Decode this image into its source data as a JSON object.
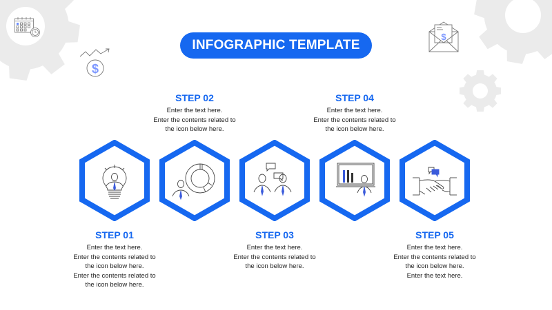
{
  "header": {
    "title": "INFOGRAPHIC TEMPLATE"
  },
  "colors": {
    "accent": "#1668f0",
    "icon_stroke": "#555555",
    "icon_accent": "#3b5bdb",
    "gear_fill": "#ebebeb",
    "text": "#222222",
    "background": "#ffffff"
  },
  "decorations": [
    {
      "name": "calendar-clock-icon"
    },
    {
      "name": "dollar-growth-icon"
    },
    {
      "name": "envelope-dollar-icon"
    },
    {
      "name": "gear-icon-large-left"
    },
    {
      "name": "gear-icon-large-right"
    },
    {
      "name": "gear-icon-small-right"
    }
  ],
  "steps": [
    {
      "title": "STEP 01",
      "icon": "lightbulb-person-icon",
      "lines": [
        "Enter the text here.",
        "Enter the contents related to",
        "the icon below here.",
        "Enter the contents related to",
        "the icon below here."
      ],
      "position": "below"
    },
    {
      "title": "STEP 02",
      "icon": "person-donut-chart-icon",
      "lines": [
        "Enter the text here.",
        "Enter the contents related to",
        "the icon below here."
      ],
      "position": "above"
    },
    {
      "title": "STEP 03",
      "icon": "two-people-chat-icon",
      "lines": [
        "Enter the text here.",
        "Enter the contents related to",
        "the icon below here."
      ],
      "position": "below"
    },
    {
      "title": "STEP 04",
      "icon": "presentation-bar-chart-icon",
      "lines": [
        "Enter the text here.",
        "Enter the contents related to",
        "the icon below here."
      ],
      "position": "above"
    },
    {
      "title": "STEP 05",
      "icon": "handshake-chat-icon",
      "lines": [
        "Enter the text here.",
        "Enter the contents related to",
        "the icon below here.",
        "Enter the text here."
      ],
      "position": "below"
    }
  ]
}
